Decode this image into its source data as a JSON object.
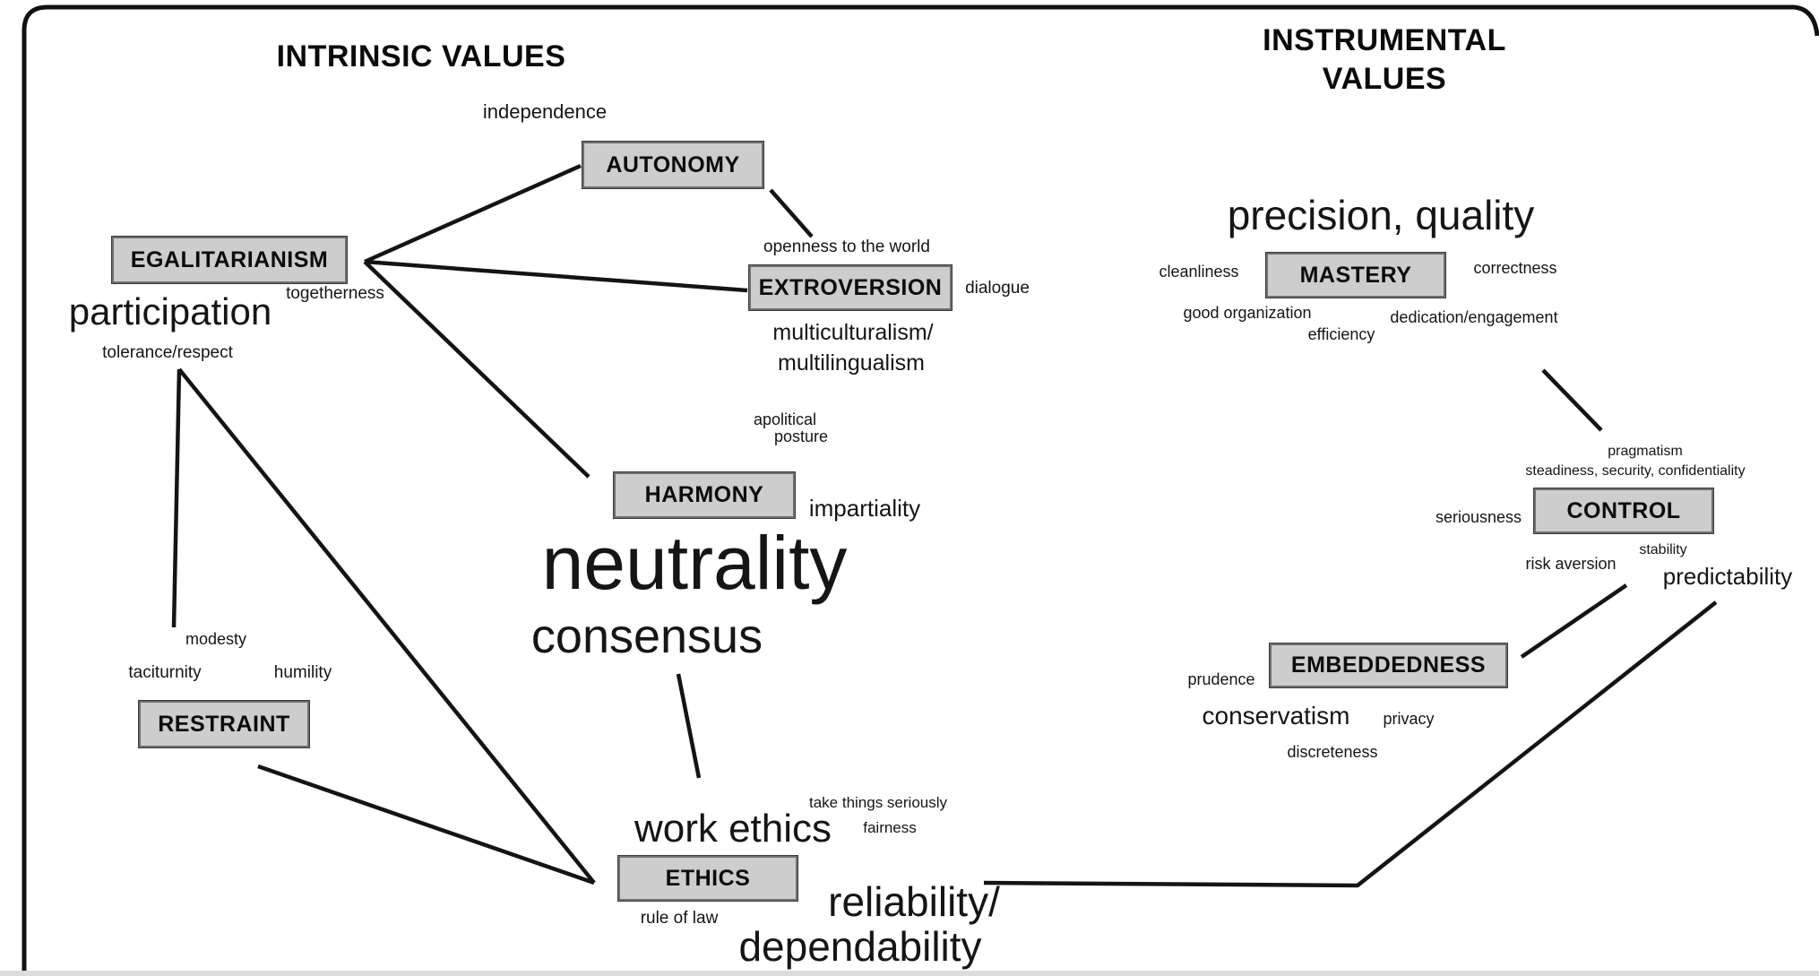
{
  "titles": {
    "intrinsic": "INTRINSIC VALUES",
    "instrumental": "INSTRUMENTAL\nVALUES"
  },
  "boxes": {
    "egalitarianism": "EGALITARIANISM",
    "autonomy": "AUTONOMY",
    "extroversion": "EXTROVERSION",
    "harmony": "HARMONY",
    "restraint": "RESTRAINT",
    "ethics": "ETHICS",
    "mastery": "MASTERY",
    "control": "CONTROL",
    "embeddedness": "EMBEDDEDNESS"
  },
  "labels": {
    "independence": "independence",
    "openness": "openness to the world",
    "dialogue": "dialogue",
    "multiculturalism": "multiculturalism/",
    "multilingualism": "multilingualism",
    "togetherness": "togetherness",
    "participation": "participation",
    "tolerance_respect": "tolerance/respect",
    "apolitical": "apolitical",
    "posture": "posture",
    "impartiality": "impartiality",
    "neutrality": "neutrality",
    "consensus": "consensus",
    "modesty": "modesty",
    "taciturnity": "taciturnity",
    "humility": "humility",
    "work_ethics": "work ethics",
    "take_things_seriously": "take things seriously",
    "fairness": "fairness",
    "rule_of_law": "rule of law",
    "reliability": "reliability/",
    "dependability": "dependability",
    "precision_quality": "precision, quality",
    "cleanliness": "cleanliness",
    "correctness": "correctness",
    "good_organization": "good organization",
    "dedication_engagement": "dedication/engagement",
    "efficiency": "efficiency",
    "pragmatism": "pragmatism",
    "steadiness_security_confidentiality": "steadiness, security, confidentiality",
    "seriousness": "seriousness",
    "stability": "stability",
    "risk_aversion": "risk aversion",
    "predictability": "predictability",
    "prudence": "prudence",
    "conservatism": "conservatism",
    "privacy": "privacy",
    "discreteness": "discreteness"
  },
  "colors": {
    "box_fill": "#cdcdcd",
    "box_border": "#6f6f6f",
    "line": "#141414",
    "text": "#151515",
    "frame": "#111111"
  }
}
